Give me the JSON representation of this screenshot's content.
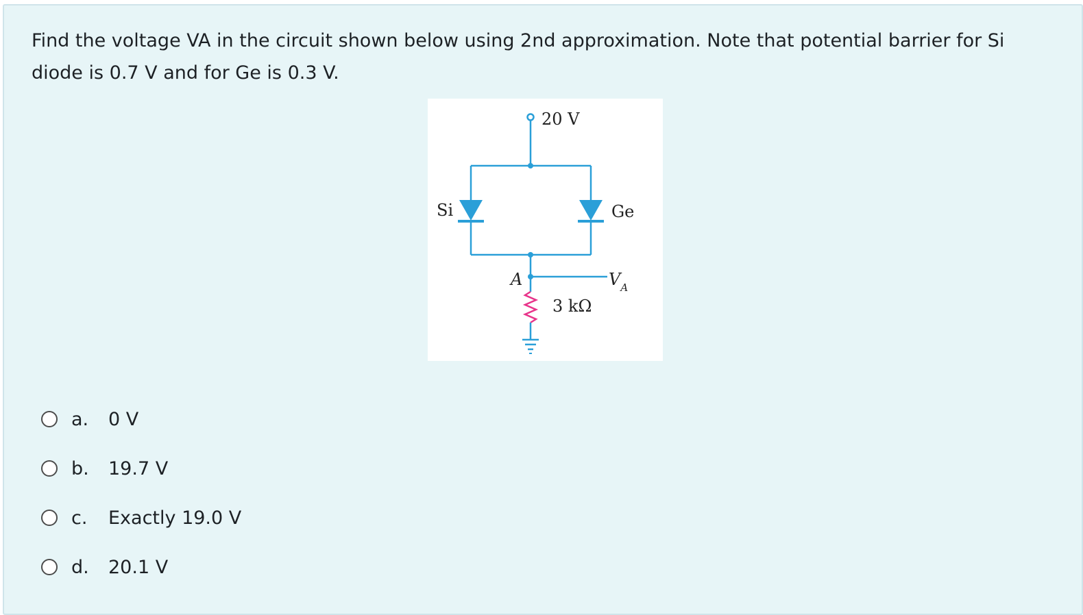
{
  "question": {
    "text": "Find the voltage VA in the circuit shown below using 2nd approximation.  Note that potential barrier for Si diode is 0.7 V and for Ge is 0.3 V."
  },
  "circuit": {
    "supply_label": "20 V",
    "si_label": "Si",
    "ge_label": "Ge",
    "node_label": "A",
    "va_label": "V",
    "va_sub": "A",
    "resistor_label": "3 kΩ",
    "colors": {
      "wire": "#2a9fd8",
      "resistor": "#e8338a",
      "text": "#222222"
    }
  },
  "options": [
    {
      "letter": "a.",
      "text": "0 V"
    },
    {
      "letter": "b.",
      "text": "19.7 V"
    },
    {
      "letter": "c.",
      "text": "Exactly 19.0 V"
    },
    {
      "letter": "d.",
      "text": "20.1 V"
    }
  ]
}
